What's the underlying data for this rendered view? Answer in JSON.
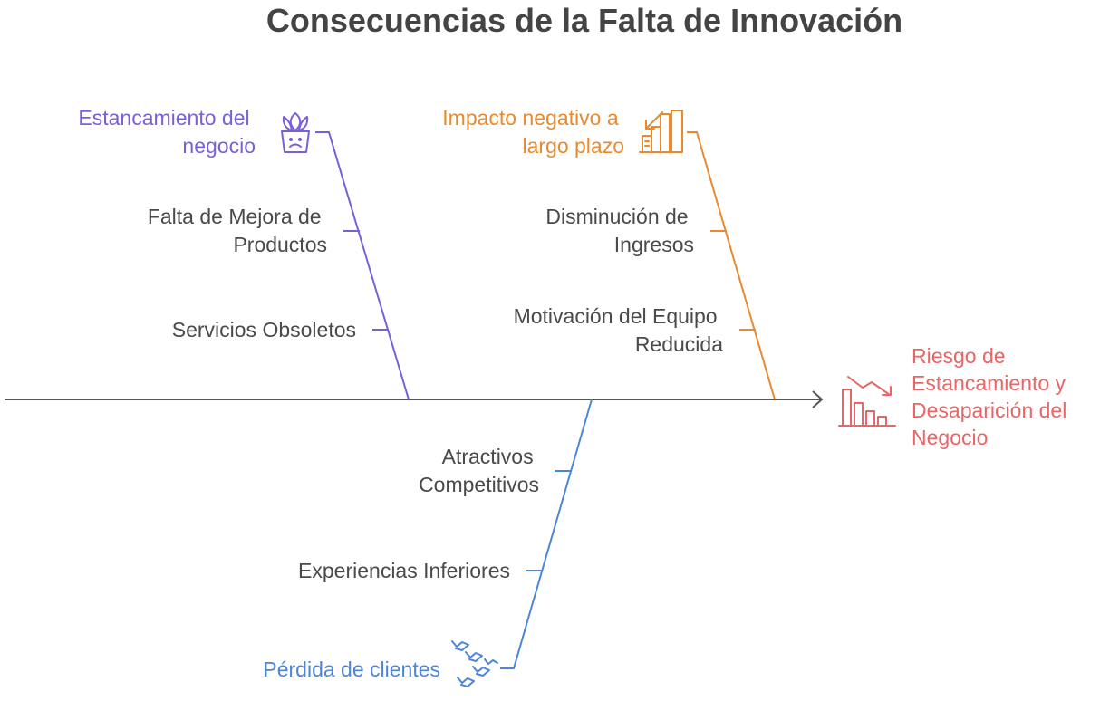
{
  "title": "Consecuencias de la Falta de Innovación",
  "colors": {
    "spine": "#555555",
    "purple": "#7a5fd8",
    "orange": "#e98a2e",
    "blue": "#4c86d9",
    "red": "#ea6565",
    "text": "#4a4a4a"
  },
  "outcome": {
    "lines": [
      "Riesgo de",
      "Estancamiento y",
      "Desaparición del",
      "Negocio"
    ],
    "icon": "declining-bar-chart-icon"
  },
  "categories": [
    {
      "lines": [
        "Estancamiento del",
        "negocio"
      ],
      "icon": "sad-plant-pot-icon",
      "causes": [
        {
          "lines": [
            "Falta de Mejora de",
            "Productos"
          ]
        },
        {
          "lines": [
            "Servicios Obsoletos"
          ]
        }
      ]
    },
    {
      "lines": [
        "Impacto negativo a",
        "largo plazo"
      ],
      "icon": "declining-building-chart-icon",
      "causes": [
        {
          "lines": [
            "Disminución de",
            "Ingresos"
          ]
        },
        {
          "lines": [
            "Motivación del Equipo",
            "Reducida"
          ]
        }
      ]
    },
    {
      "lines": [
        "Pérdida de clientes"
      ],
      "icon": "flying-birds-icon",
      "causes": [
        {
          "lines": [
            "Atractivos",
            "Competitivos"
          ]
        },
        {
          "lines": [
            "Experiencias Inferiores"
          ]
        }
      ]
    }
  ]
}
